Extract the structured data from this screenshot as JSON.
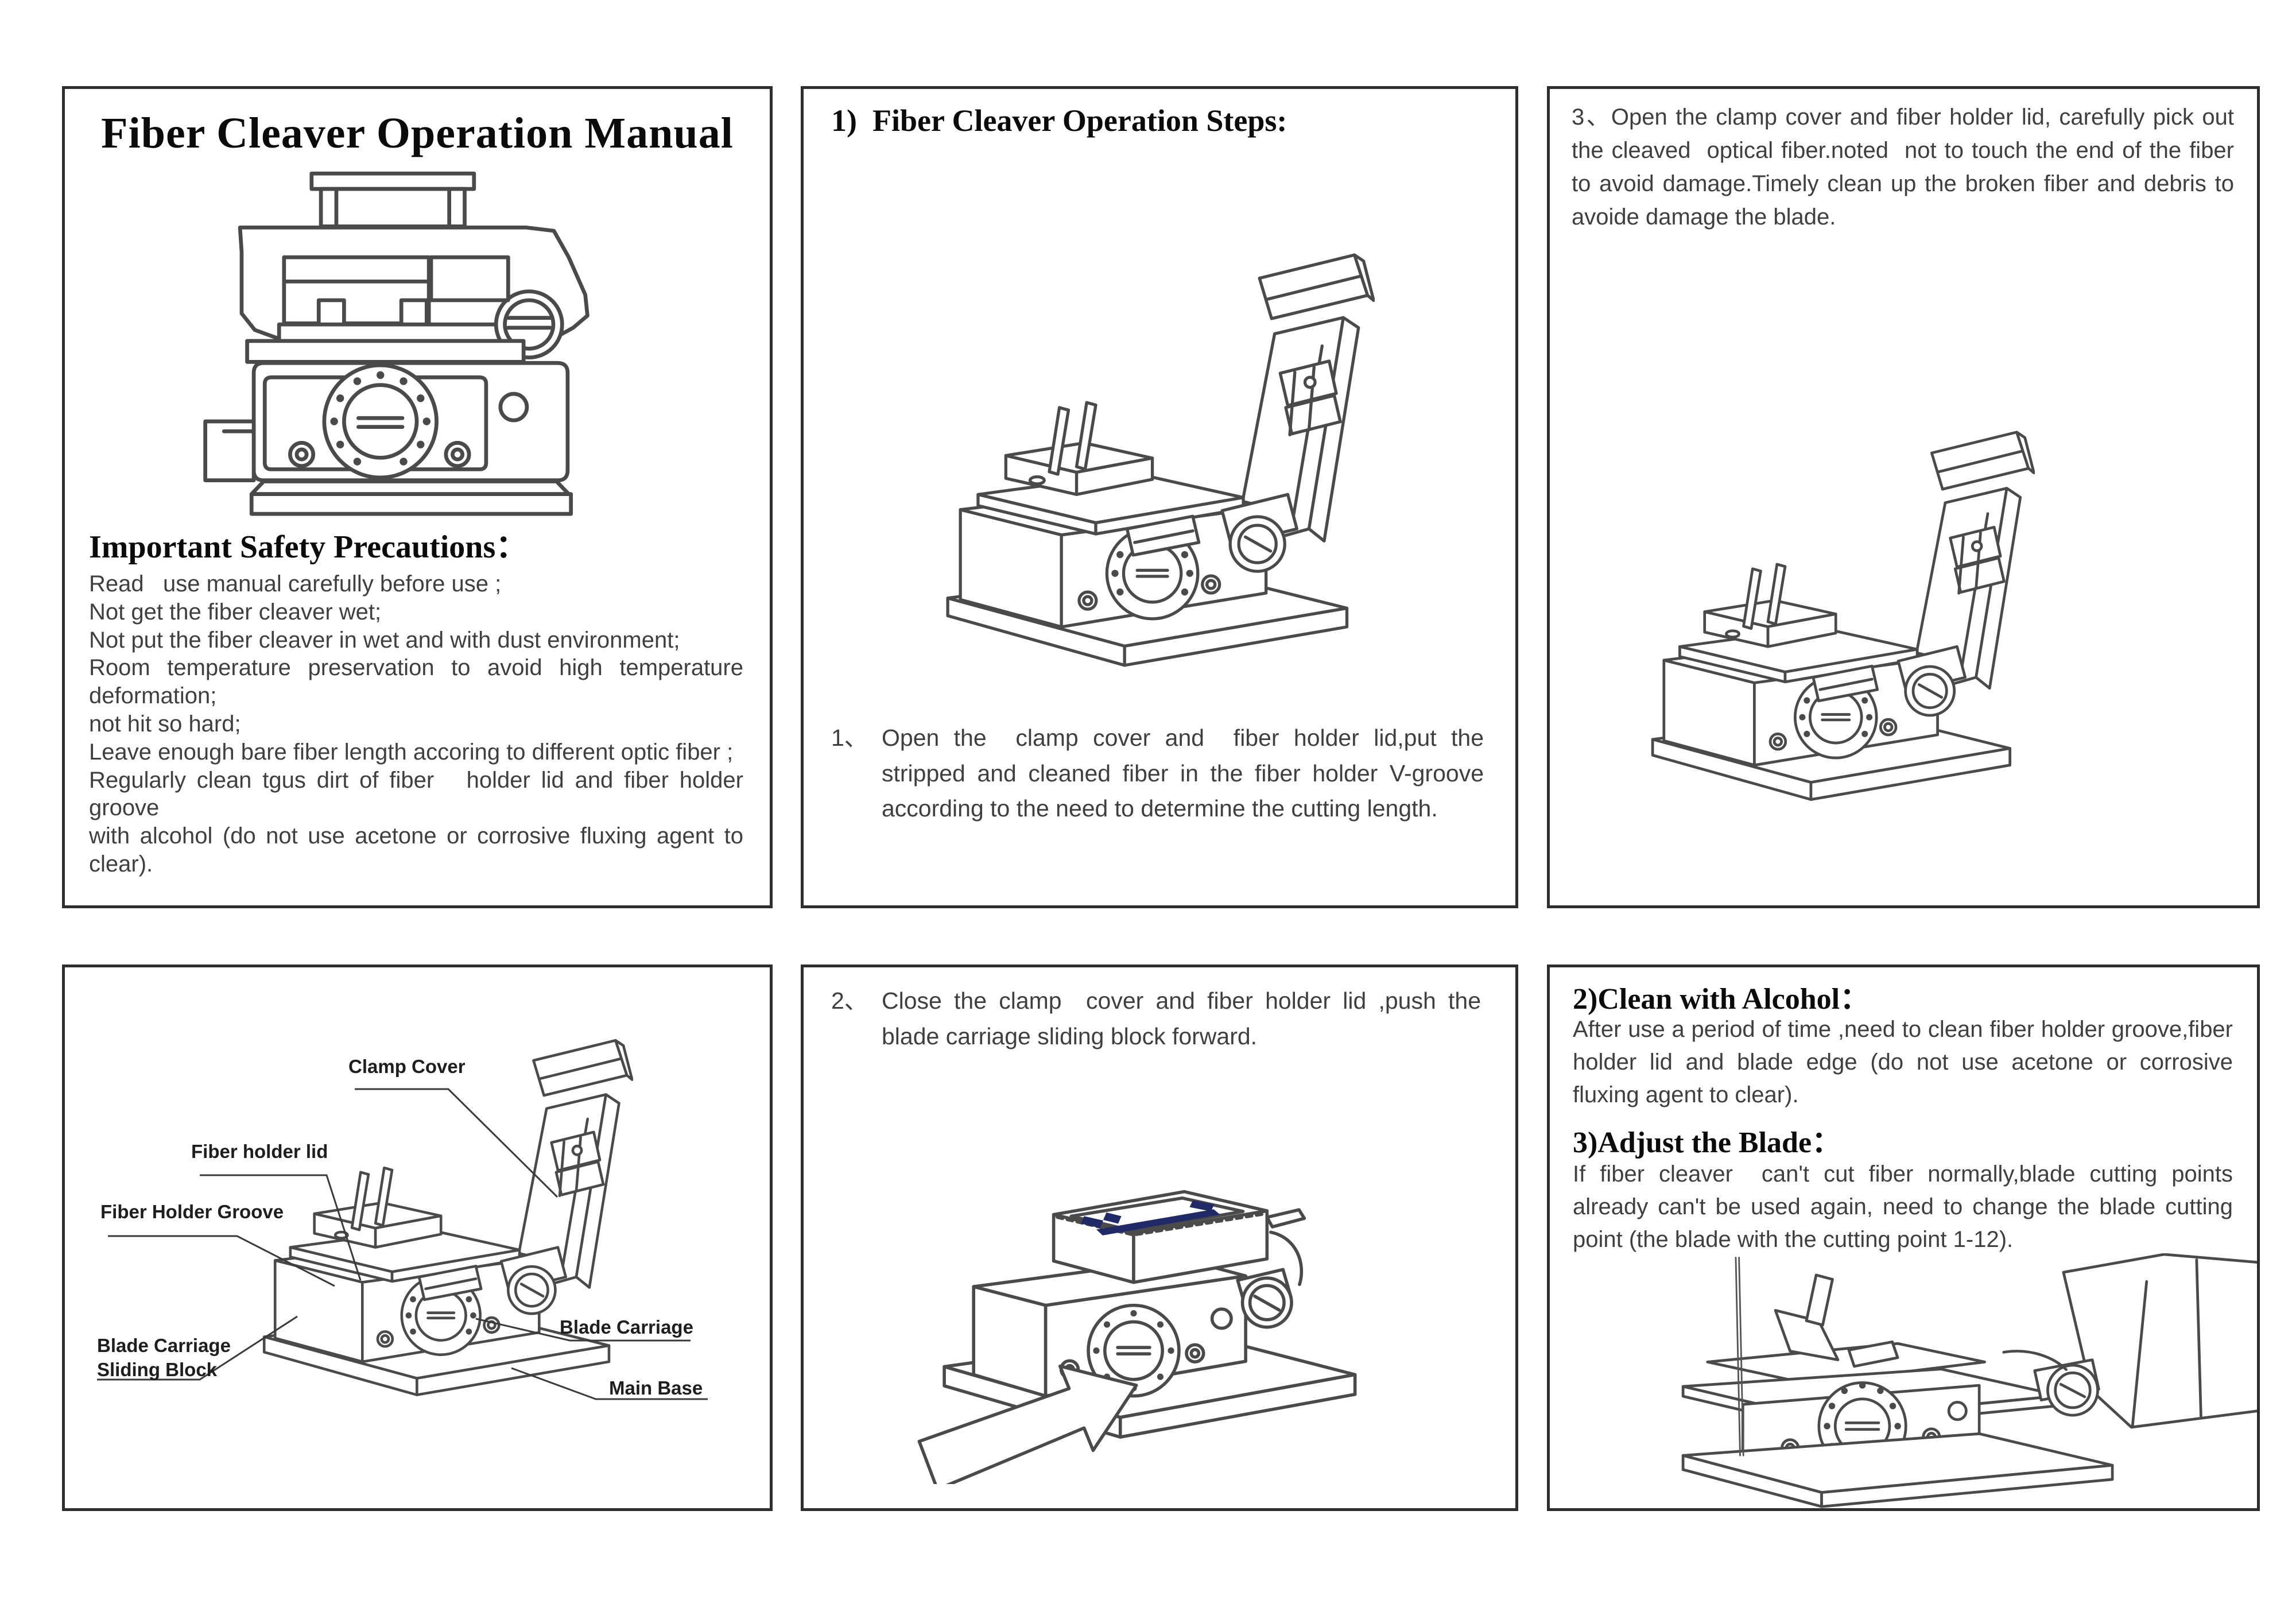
{
  "manual": {
    "panel1": {
      "title": "Fiber Cleaver Operation Manual",
      "safety_heading": "Important Safety Precautions：",
      "precautions": [
        "Read   use manual carefully before use ;",
        "Not get the fiber cleaver wet;",
        "Not put the fiber cleaver in wet and with dust environment;",
        "Room temperature preservation to avoid high temperature deformation;",
        "not hit so hard;",
        "Leave enough bare fiber length accoring to different optic fiber ;",
        "Regularly clean tgus dirt of fiber   holder lid and fiber holder groove",
        "with alcohol (do not use acetone or corrosive fluxing agent to clear)."
      ]
    },
    "panel2": {
      "heading": "1)  Fiber Cleaver Operation Steps:",
      "step_marker": "1、",
      "step_text": "Open the  clamp cover and  fiber holder lid,put the stripped and cleaned fiber in the fiber holder V-groove according to the need to determine the cutting length."
    },
    "panel3": {
      "text": "3、Open the clamp cover and fiber holder lid, carefully pick out the cleaved  optical fiber.noted  not to touch the end of the fiber  to avoid damage.Timely clean up the broken fiber and debris to avoide damage the blade."
    },
    "panel4": {
      "labels": {
        "clamp_cover": "Clamp Cover",
        "fiber_holder_lid": "Fiber holder lid",
        "fiber_holder_groove": "Fiber Holder Groove",
        "blade_carriage_sliding_block": "Blade Carriage Sliding Block",
        "blade_carriage": "Blade Carriage",
        "main_base": "Main Base"
      }
    },
    "panel5": {
      "step_marker": "2、",
      "step_text": "Close the clamp  cover and fiber holder lid ,push the blade carriage sliding block forward."
    },
    "panel6": {
      "clean_heading": "2)Clean with Alcohol：",
      "clean_text": "After use a period of time ,need to clean fiber holder groove,fiber holder lid and blade edge (do not use acetone or corrosive fluxing agent to clear).",
      "adjust_heading": "3)Adjust the Blade：",
      "adjust_text": "If fiber cleaver  can't cut fiber normally,blade cutting points already can't be used again, need to change the blade cutting point (the blade with the cutting point 1-12)."
    },
    "colors": {
      "line_art": "#4a4a4a",
      "body_text": "#3f3f3f",
      "heading_text": "#0b0b0b",
      "logo_blue": "#1f2a66",
      "panel_border": "#2e2e2e"
    }
  }
}
